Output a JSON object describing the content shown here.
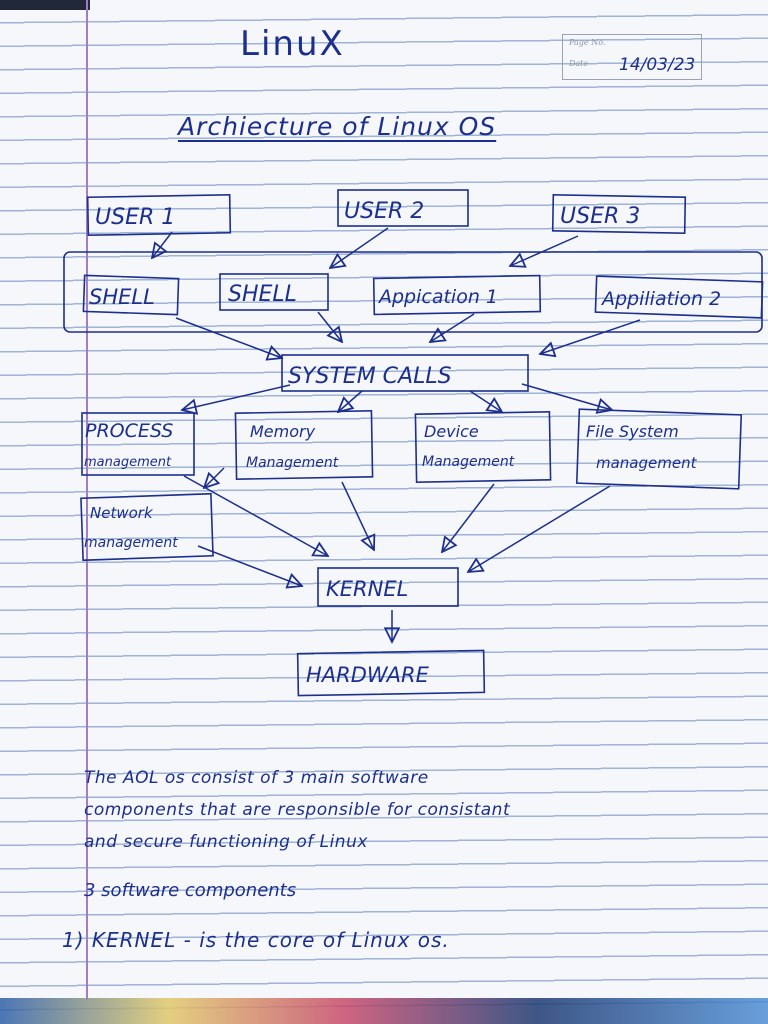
{
  "header": {
    "title": "LinuX",
    "stamp": {
      "page_label": "Page No.",
      "date_label": "Date",
      "date_value": "14/03/23"
    }
  },
  "diagram": {
    "heading": "Archiecture of Linux OS",
    "users": [
      "USER 1",
      "USER 2",
      "USER 3"
    ],
    "layer2": [
      "SHELL",
      "SHELL",
      "Appication 1",
      "Appiliation 2"
    ],
    "system_calls": "SYSTEM CALLS",
    "modules": [
      [
        "PROCESS",
        "management"
      ],
      [
        "Memory",
        "Management"
      ],
      [
        "Device",
        "Management"
      ],
      [
        "File System",
        "management"
      ],
      [
        "Network",
        "management"
      ]
    ],
    "kernel": "KERNEL",
    "hardware": "HARDWARE"
  },
  "notes": {
    "paragraph": [
      "The AOL os consist of 3 main software",
      "components that are responsible for consistant",
      "and secure functioning of Linux"
    ],
    "components_heading": "3 software components",
    "kernel_item": "1) KERNEL - is the core of Linux os."
  }
}
